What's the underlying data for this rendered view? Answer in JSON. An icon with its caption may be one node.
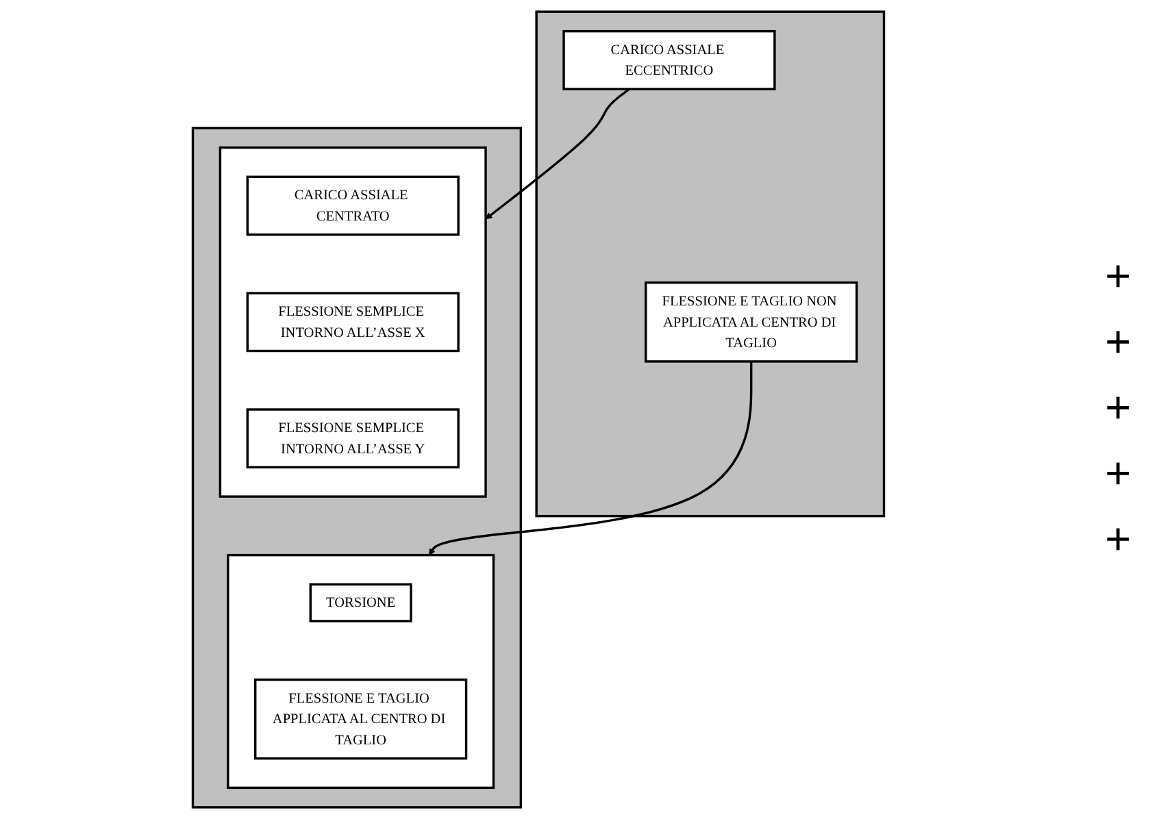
{
  "diagram": {
    "nodes": [
      {
        "text": [],
        "shape": "box"
      },
      {
        "text": [
          "CARICO ASSIALE ECCENTRICO"
        ],
        "in": 0
      },
      {
        "text": [
          "FLESSIONE E TAGLIO NON APPLICATA AL CENTRO DI TAGLIO"
        ],
        "in": 0
      },
      {
        "text": [],
        "shape": "box"
      },
      {
        "text": [],
        "shape": "box",
        "in": 3
      },
      {
        "text": [
          "CARICO ASSIALE CENTRATO"
        ],
        "in": 4
      },
      {
        "text": [
          "FLESSIONE SEMPLICE INTORNO ALL’ASSE X"
        ],
        "in": 4
      },
      {
        "text": [
          "FLESSIONE SEMPLICE INTORNO ALL’ASSE Y"
        ],
        "in": 4
      },
      {
        "text": [],
        "shape": "box",
        "in": 3
      },
      {
        "text": [
          "TORSIONE"
        ],
        "in": 8
      },
      {
        "text": [
          "FLESSIONE E TAGLIO APPLICATA AL CENTRO DI TAGLIO"
        ],
        "in": 8
      }
    ],
    "edges": [
      {
        "from": 1,
        "to": 4,
        "arrow": "to"
      },
      {
        "from": 2,
        "to": 8,
        "arrow": "to"
      }
    ],
    "labels": [
      "+",
      "+",
      "+",
      "+",
      "+"
    ]
  }
}
